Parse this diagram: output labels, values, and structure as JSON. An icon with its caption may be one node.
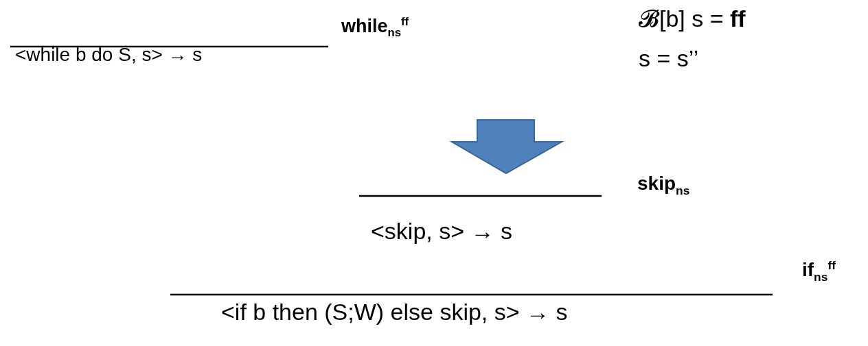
{
  "diagram": {
    "labels": [
      "<while b do S, s> → s",
      "while$_{ns}$$^{ff}$",
      "𝓑[b] s = **ff**",
      "s = s’’",
      "skip$_{ns}$",
      "<skip, s> → s",
      "if$_{ns}$$^{ff}$",
      "<if b then (S;W) else skip, s> → s"
    ]
  }
}
